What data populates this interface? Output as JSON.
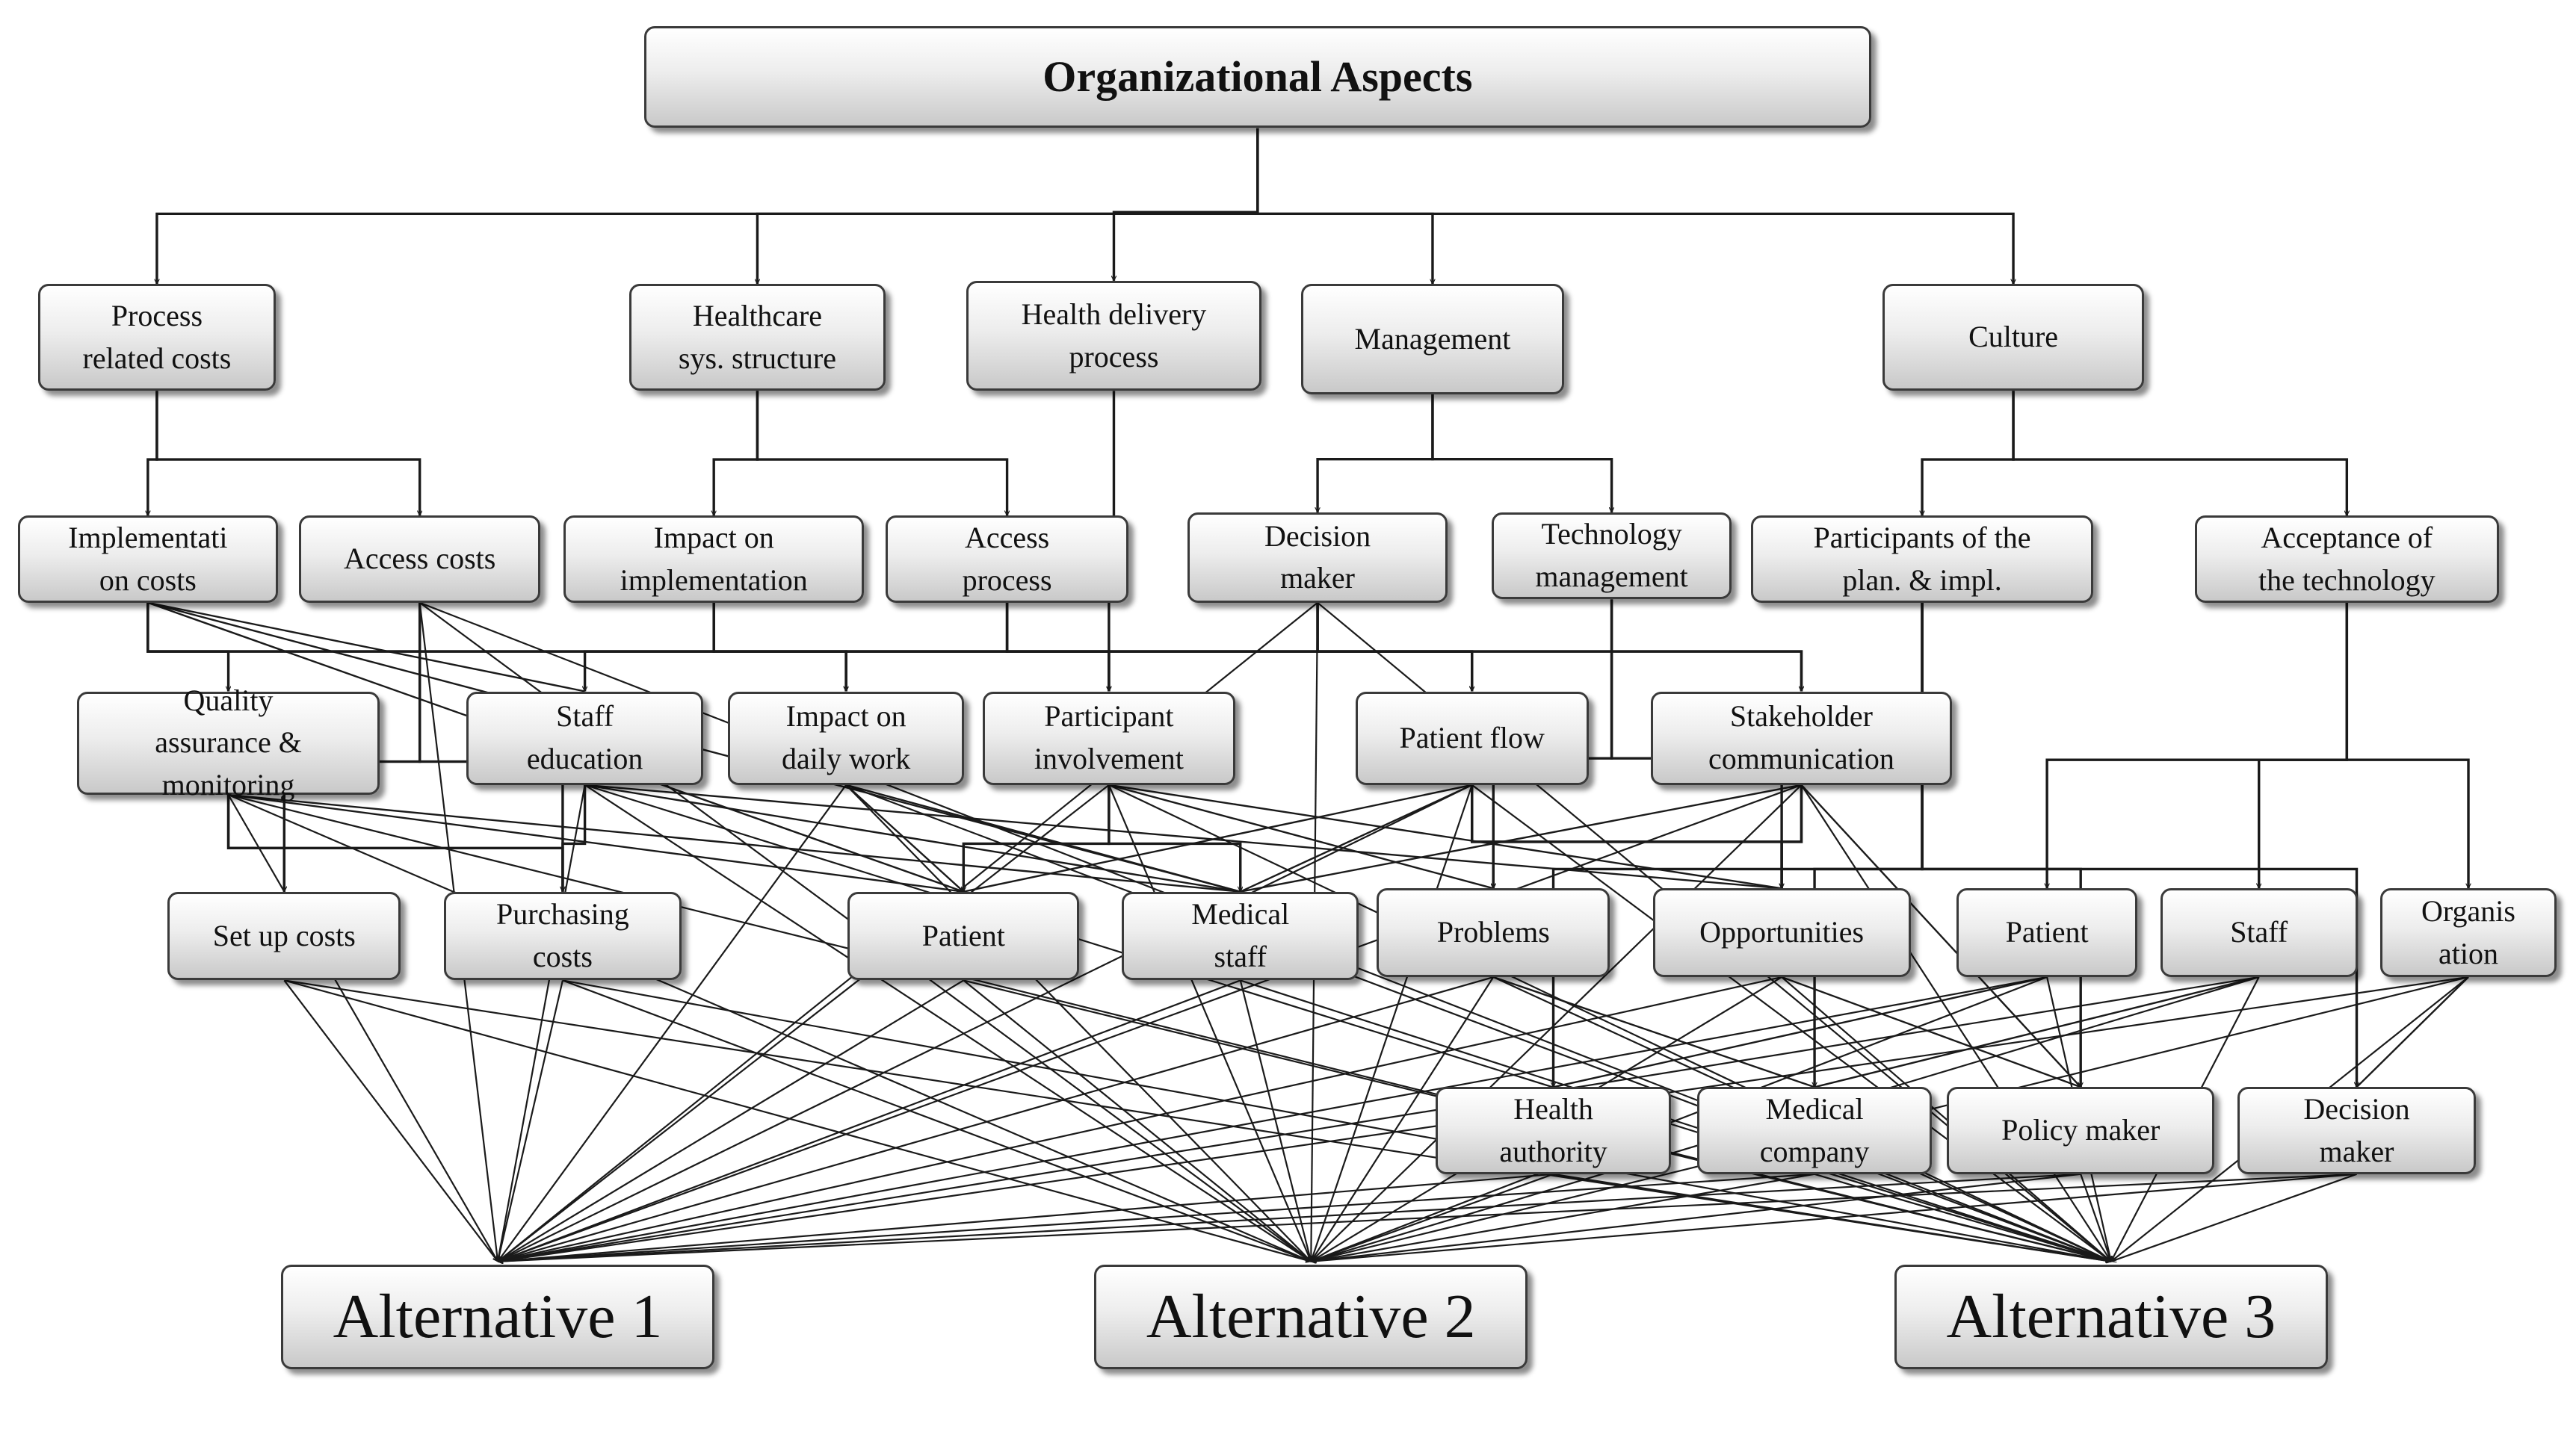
{
  "diagram": {
    "root": "Organizational Aspects",
    "nodes": [
      {
        "id": "root",
        "label": "Organizational Aspects",
        "kind": "root"
      },
      {
        "id": "process_costs",
        "label": "Process\nrelated costs"
      },
      {
        "id": "healthcare_structure",
        "label": "Healthcare\nsys. structure"
      },
      {
        "id": "health_delivery",
        "label": "Health delivery\nprocess"
      },
      {
        "id": "management",
        "label": "Management"
      },
      {
        "id": "culture",
        "label": "Culture"
      },
      {
        "id": "implementation_costs",
        "label": "Implementati\non costs"
      },
      {
        "id": "access_costs",
        "label": "Access costs"
      },
      {
        "id": "impact_implementation",
        "label": "Impact on\nimplementation"
      },
      {
        "id": "access_process",
        "label": "Access\nprocess"
      },
      {
        "id": "decision_maker_mgmt",
        "label": "Decision\nmaker"
      },
      {
        "id": "technology_management",
        "label": "Technology\nmanagement"
      },
      {
        "id": "participants_plan",
        "label": "Participants of the\nplan. & impl."
      },
      {
        "id": "acceptance_technology",
        "label": "Acceptance of\nthe technology"
      },
      {
        "id": "quality_assurance",
        "label": "Quality\nassurance &\nmonitoring"
      },
      {
        "id": "staff_education",
        "label": "Staff\neducation"
      },
      {
        "id": "impact_daily_work",
        "label": "Impact on\ndaily work"
      },
      {
        "id": "participant_involvement",
        "label": "Participant\ninvolvement"
      },
      {
        "id": "patient_flow",
        "label": "Patient flow"
      },
      {
        "id": "stakeholder_communication",
        "label": "Stakeholder\ncommunication"
      },
      {
        "id": "setup_costs",
        "label": "Set up costs"
      },
      {
        "id": "purchasing_costs",
        "label": "Purchasing\ncosts"
      },
      {
        "id": "patient_mid",
        "label": "Patient"
      },
      {
        "id": "medical_staff",
        "label": "Medical\nstaff"
      },
      {
        "id": "problems",
        "label": "Problems"
      },
      {
        "id": "opportunities",
        "label": "Opportunities"
      },
      {
        "id": "patient_right",
        "label": "Patient"
      },
      {
        "id": "staff_right",
        "label": "Staff"
      },
      {
        "id": "organisation",
        "label": "Organis\nation"
      },
      {
        "id": "health_authority",
        "label": "Health\nauthority"
      },
      {
        "id": "medical_company",
        "label": "Medical\ncompany"
      },
      {
        "id": "policy_maker",
        "label": "Policy maker"
      },
      {
        "id": "decision_maker_part",
        "label": "Decision\nmaker"
      },
      {
        "id": "alt1",
        "label": "Alternative 1",
        "kind": "alt"
      },
      {
        "id": "alt2",
        "label": "Alternative 2",
        "kind": "alt"
      },
      {
        "id": "alt3",
        "label": "Alternative 3",
        "kind": "alt"
      }
    ],
    "tree_edges": [
      [
        "root",
        "process_costs"
      ],
      [
        "root",
        "healthcare_structure"
      ],
      [
        "root",
        "health_delivery"
      ],
      [
        "root",
        "management"
      ],
      [
        "root",
        "culture"
      ],
      [
        "process_costs",
        "implementation_costs"
      ],
      [
        "process_costs",
        "access_costs"
      ],
      [
        "healthcare_structure",
        "impact_implementation"
      ],
      [
        "healthcare_structure",
        "access_process"
      ],
      [
        "management",
        "decision_maker_mgmt"
      ],
      [
        "management",
        "technology_management"
      ],
      [
        "culture",
        "participants_plan"
      ],
      [
        "culture",
        "acceptance_technology"
      ],
      [
        "health_delivery",
        "participant_involvement"
      ],
      [
        "implementation_costs",
        "quality_assurance"
      ],
      [
        "implementation_costs",
        "impact_daily_work"
      ],
      [
        "implementation_costs",
        "stakeholder_communication"
      ],
      [
        "access_costs",
        "setup_costs"
      ],
      [
        "access_costs",
        "purchasing_costs"
      ],
      [
        "impact_implementation",
        "staff_education"
      ],
      [
        "impact_implementation",
        "impact_daily_work"
      ],
      [
        "impact_implementation",
        "participant_involvement"
      ],
      [
        "access_process",
        "impact_daily_work"
      ],
      [
        "access_process",
        "participant_involvement"
      ],
      [
        "access_process",
        "patient_flow"
      ],
      [
        "decision_maker_mgmt",
        "participant_involvement"
      ],
      [
        "decision_maker_mgmt",
        "patient_flow"
      ],
      [
        "decision_maker_mgmt",
        "stakeholder_communication"
      ],
      [
        "technology_management",
        "problems"
      ],
      [
        "technology_management",
        "opportunities"
      ],
      [
        "participants_plan",
        "health_authority"
      ],
      [
        "participants_plan",
        "medical_company"
      ],
      [
        "participants_plan",
        "policy_maker"
      ],
      [
        "participants_plan",
        "decision_maker_part"
      ],
      [
        "acceptance_technology",
        "patient_right"
      ],
      [
        "acceptance_technology",
        "staff_right"
      ],
      [
        "acceptance_technology",
        "organisation"
      ],
      [
        "quality_assurance",
        "setup_costs"
      ],
      [
        "quality_assurance",
        "purchasing_costs"
      ],
      [
        "staff_education",
        "purchasing_costs"
      ],
      [
        "participant_involvement",
        "patient_mid"
      ],
      [
        "participant_involvement",
        "medical_staff"
      ],
      [
        "patient_flow",
        "problems"
      ],
      [
        "patient_flow",
        "opportunities"
      ],
      [
        "stakeholder_communication",
        "problems"
      ],
      [
        "stakeholder_communication",
        "opportunities"
      ]
    ],
    "cross_edges": [
      [
        "implementation_costs",
        "staff_education"
      ],
      [
        "implementation_costs",
        "medical_staff"
      ],
      [
        "implementation_costs",
        "patient_mid"
      ],
      [
        "quality_assurance",
        "patient_mid"
      ],
      [
        "quality_assurance",
        "medical_staff"
      ],
      [
        "staff_education",
        "medical_staff"
      ],
      [
        "staff_education",
        "opportunities"
      ],
      [
        "impact_daily_work",
        "patient_mid"
      ],
      [
        "impact_daily_work",
        "medical_staff"
      ],
      [
        "participant_involvement",
        "problems"
      ],
      [
        "participant_involvement",
        "opportunities"
      ],
      [
        "patient_flow",
        "medical_staff"
      ],
      [
        "patient_flow",
        "patient_mid"
      ],
      [
        "stakeholder_communication",
        "medical_staff"
      ],
      [
        "stakeholder_communication",
        "policy_maker"
      ],
      [
        "patient_right",
        "health_authority"
      ],
      [
        "staff_right",
        "medical_company"
      ],
      [
        "organisation",
        "decision_maker_part"
      ],
      [
        "problems",
        "medical_company"
      ],
      [
        "opportunities",
        "policy_maker"
      ]
    ],
    "alt_sources": [
      "quality_assurance",
      "staff_education",
      "impact_daily_work",
      "participant_involvement",
      "patient_flow",
      "stakeholder_communication",
      "setup_costs",
      "purchasing_costs",
      "patient_mid",
      "medical_staff",
      "problems",
      "opportunities",
      "patient_right",
      "staff_right",
      "organisation",
      "health_authority",
      "medical_company",
      "policy_maker",
      "decision_maker_part",
      "decision_maker_mgmt",
      "access_costs"
    ],
    "alternatives": [
      "alt1",
      "alt2",
      "alt3"
    ],
    "colors": {
      "line": "#1a1a1a",
      "border": "#3a3a3a",
      "box_top": "#ffffff",
      "box_bottom": "#c9c9c9"
    }
  }
}
